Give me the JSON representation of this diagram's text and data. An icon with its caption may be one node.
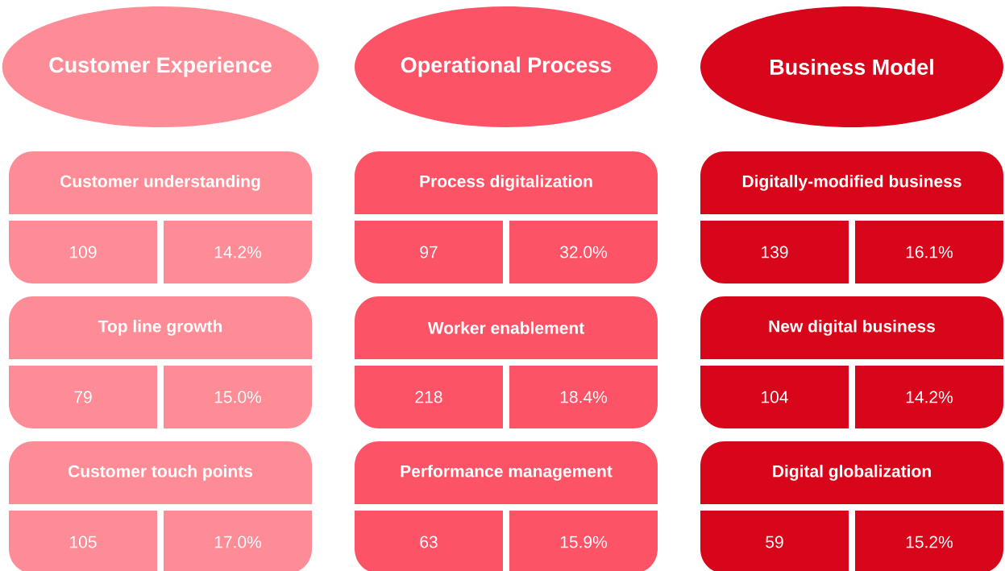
{
  "diagram": {
    "nodes": [
      {
        "text": [
          "Customer Experience"
        ]
      },
      {
        "text": [
          "Operational Process"
        ]
      },
      {
        "text": [
          "Business Model"
        ]
      },
      {
        "text": [
          "Customer understanding"
        ]
      },
      {
        "text": [
          "109"
        ]
      },
      {
        "text": [
          "14.2%"
        ]
      },
      {
        "text": [
          "Process digitalization"
        ]
      },
      {
        "text": [
          "97"
        ]
      },
      {
        "text": [
          "32.0%"
        ]
      },
      {
        "text": [
          "Digitally-modified business"
        ]
      },
      {
        "text": [
          "139"
        ]
      },
      {
        "text": [
          "16.1%"
        ]
      },
      {
        "text": [
          "Top line growth"
        ]
      },
      {
        "text": [
          "79"
        ]
      },
      {
        "text": [
          "15.0%"
        ]
      },
      {
        "text": [
          "Worker enablement"
        ]
      },
      {
        "text": [
          "218"
        ]
      },
      {
        "text": [
          "18.4%"
        ]
      },
      {
        "text": [
          "New digital business"
        ]
      },
      {
        "text": [
          "104"
        ]
      },
      {
        "text": [
          "14.2%"
        ]
      },
      {
        "text": [
          "Customer touch points"
        ]
      },
      {
        "text": [
          "105"
        ]
      },
      {
        "text": [
          "17.0%"
        ]
      },
      {
        "text": [
          "Performance management"
        ]
      },
      {
        "text": [
          "63"
        ]
      },
      {
        "text": [
          "15.9%"
        ]
      },
      {
        "text": [
          "Digital globalization"
        ]
      },
      {
        "text": [
          "59"
        ]
      },
      {
        "text": [
          "15.2%"
        ]
      }
    ]
  }
}
